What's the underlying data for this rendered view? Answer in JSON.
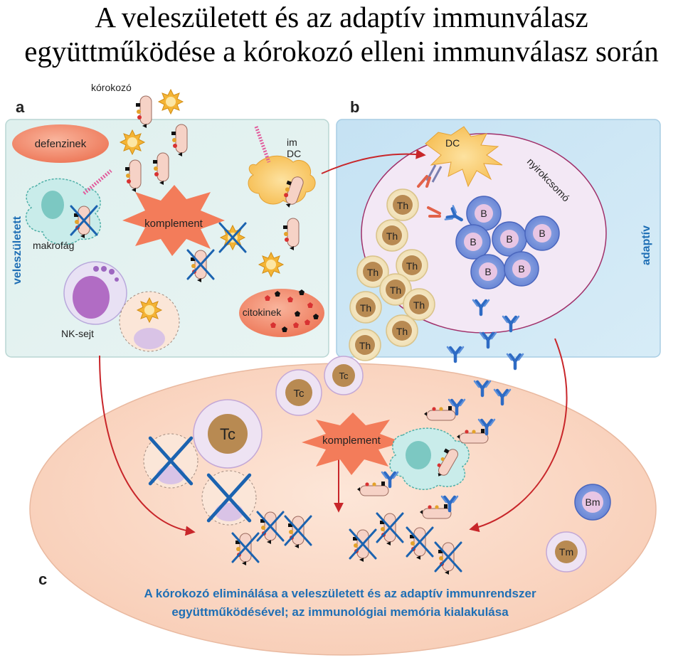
{
  "title": {
    "line1": "A veleszületett és az adaptív immunválasz",
    "line2": "együttműködése a kórokozó elleni immunválasz során"
  },
  "panels": {
    "a": "a",
    "b": "b",
    "c": "c"
  },
  "panel_a": {
    "side_label": "veleszületett",
    "pathogen": "kórokozó",
    "defensins": "defenzinek",
    "im_dc_line1": "im",
    "im_dc_line2": "DC",
    "complement": "komplement",
    "macrophage": "makrofág",
    "nk_cell": "NK-sejt",
    "cytokines": "citokinek"
  },
  "panel_b": {
    "side_label": "adaptív",
    "dc": "DC",
    "lymph_node": "nyirokcsomó",
    "th_label": "Th",
    "b_label": "B"
  },
  "panel_c": {
    "tc_label": "Tc",
    "complement": "komplement",
    "bm_label": "Bm",
    "tm_label": "Tm",
    "caption_line1": "A kórokozó eliminálása a veleszületett és az adaptív immunrendszer",
    "caption_line2": "együttműködésével; az immunológiai memória kialakulása"
  },
  "colors": {
    "panel_a_bg": "#d6ecea",
    "panel_b_bg": "#c8e3f2",
    "panel_c_bg": "#fbd9c7",
    "blue_text": "#1f6fb5",
    "arrow_red": "#c8262a",
    "salmon": "#f18f73",
    "cross_blue": "#1b63b0"
  }
}
